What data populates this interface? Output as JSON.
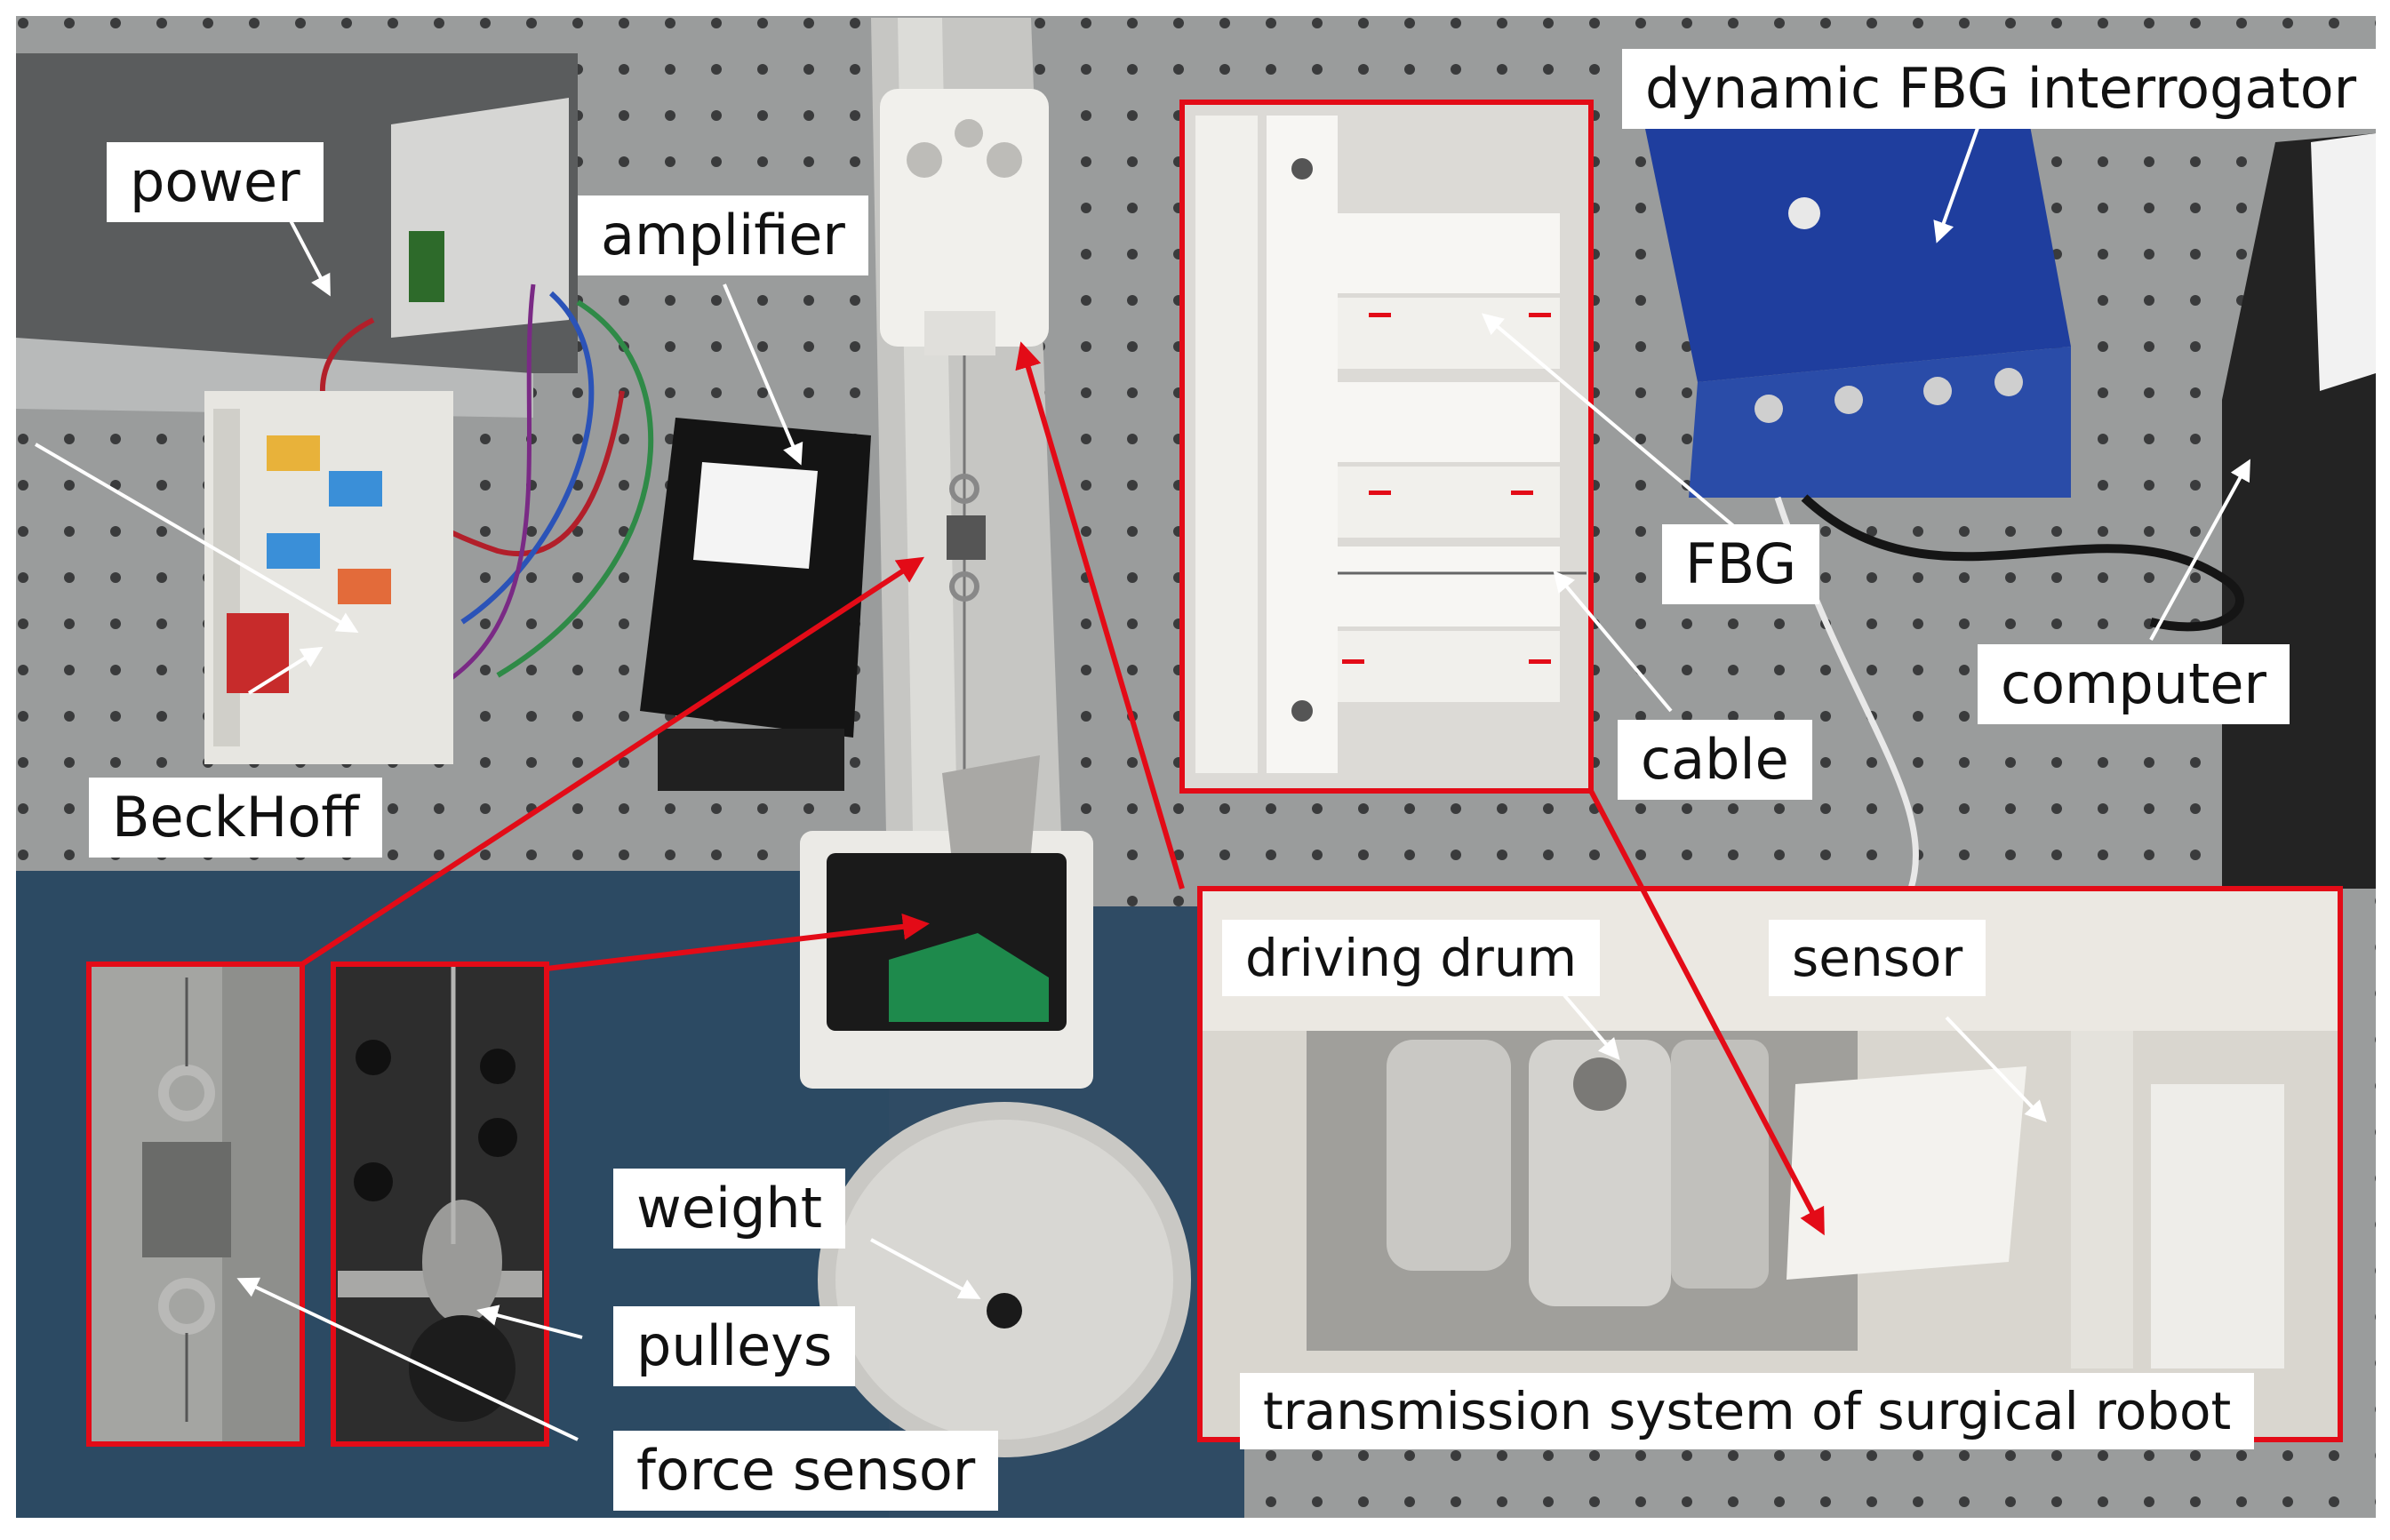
{
  "labels": {
    "power": "power",
    "amplifier": "amplifier",
    "beckhoff": "BeckHoff",
    "interrogator": "dynamic FBG interrogator",
    "fbg": "FBG",
    "cable": "cable",
    "computer": "computer",
    "driving_drum": "driving drum",
    "sensor": "sensor",
    "transmission": "transmission system of surgical robot",
    "weight": "weight",
    "pulleys": "pulleys",
    "force_sensor": "force sensor"
  },
  "colors": {
    "highlight_red": "#e30b17",
    "table_gray": "#9a9c9c",
    "floor_blue": "#2c4a63",
    "interrogator_blue": "#1f3e9e",
    "part_white": "#f1f0ec"
  }
}
